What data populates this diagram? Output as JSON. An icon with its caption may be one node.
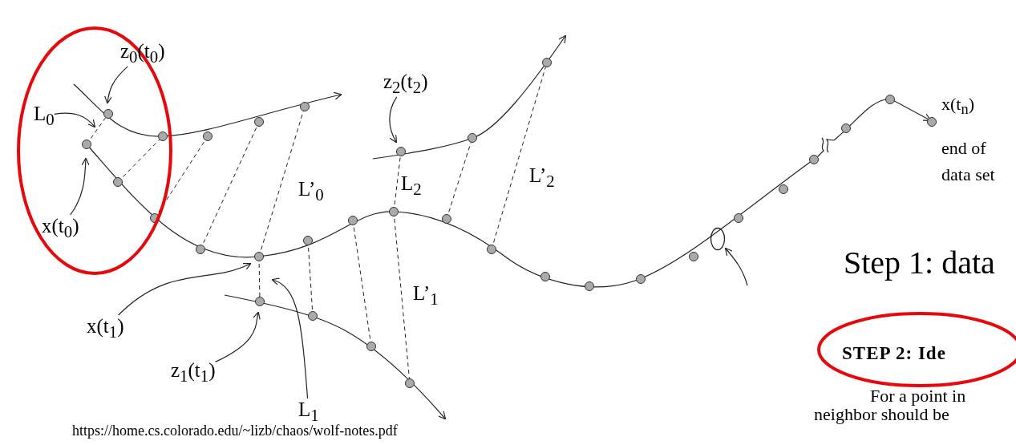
{
  "diagram": {
    "nodes": [
      {
        "text": [
          "z$_{0}$(t$_{0}$)"
        ]
      },
      {
        "text": [
          "L$_{0}$"
        ]
      },
      {
        "text": [
          "z$_{2}$(t$_{2}$)"
        ]
      },
      {
        "text": [
          "x(t$_{0}$)"
        ]
      },
      {
        "text": [],
        "shape": "ellipse"
      },
      {
        "text": [
          "x(t$_{1}$)"
        ]
      },
      {
        "text": [
          "z$_{1}$(t$_{1}$)"
        ]
      },
      {
        "text": [
          "L$_{1}$"
        ]
      }
    ],
    "edges": [
      {
        "from": 0,
        "to": null,
        "arrow": "to"
      },
      {
        "from": 1,
        "to": null,
        "arrow": "to"
      },
      {
        "from": 2,
        "to": null,
        "arrow": "to"
      },
      {
        "from": 3,
        "to": null,
        "arrow": "to"
      },
      {
        "from": null,
        "to": 4,
        "arrow": "to"
      },
      {
        "from": 5,
        "to": null,
        "arrow": "to"
      },
      {
        "from": 6,
        "to": null,
        "arrow": "to"
      },
      {
        "from": 7,
        "to": null,
        "arrow": "to"
      }
    ],
    "labels": [
      "L’$_{0}$",
      "L$_{2}$",
      "L’$_{2}$",
      "x(t$_{n}$)",
      "end of data set",
      "L’$_{1}$",
      "Step 1: data",
      "STEP 2: Ide",
      "For a point in",
      "neighbor should be",
      "https://home.cs.colorado.edu/~lizb/chaos/wolf-notes.pdf"
    ]
  }
}
